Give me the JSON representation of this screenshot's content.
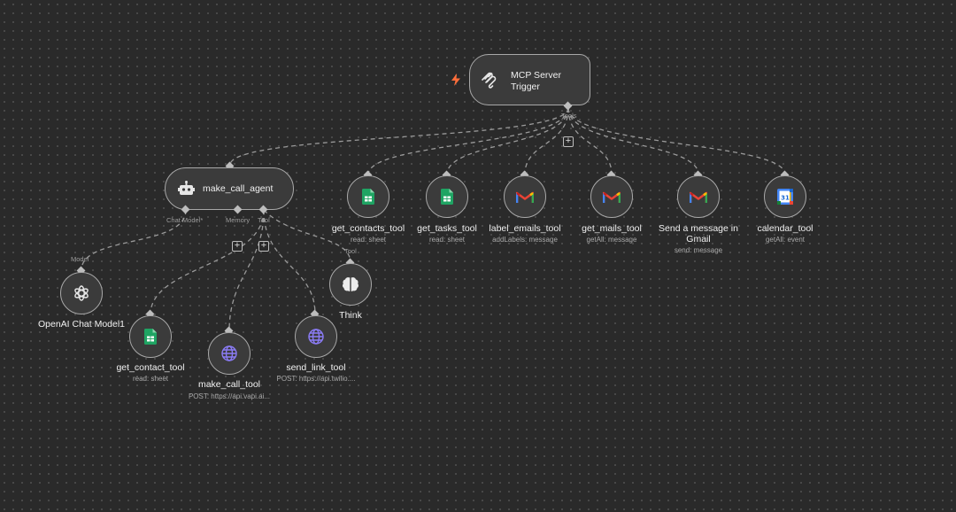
{
  "trigger": {
    "title": "MCP Server Trigger",
    "output_label": "Tools"
  },
  "agent": {
    "title": "make_call_agent",
    "ports": {
      "chat_model": "Chat Model*",
      "memory": "Memory",
      "tool": "Tool"
    }
  },
  "mcp_tools": [
    {
      "name": "get_contacts_tool",
      "sub": "read: sheet",
      "icon": "google-sheets-icon"
    },
    {
      "name": "get_tasks_tool",
      "sub": "read: sheet",
      "icon": "google-sheets-icon"
    },
    {
      "name": "label_emails_tool",
      "sub": "addLabels: message",
      "icon": "gmail-icon"
    },
    {
      "name": "get_mails_tool",
      "sub": "getAll: message",
      "icon": "gmail-icon"
    },
    {
      "name": "Send a message in Gmail",
      "sub": "send: message",
      "icon": "gmail-icon"
    },
    {
      "name": "calendar_tool",
      "sub": "getAll: event",
      "icon": "google-calendar-icon"
    }
  ],
  "model_node": {
    "name": "OpenAI Chat Model1",
    "port_label": "Model",
    "icon": "openai-icon"
  },
  "think_node": {
    "name": "Think",
    "port_label": "Tool",
    "icon": "brain-icon"
  },
  "agent_tools": [
    {
      "name": "get_contact_tool",
      "sub": "read: sheet",
      "icon": "google-sheets-icon"
    },
    {
      "name": "make_call_tool",
      "sub": "POST: https://api.vapi.ai...",
      "icon": "globe-icon"
    },
    {
      "name": "send_link_tool",
      "sub": "POST: https://api.twilio....",
      "icon": "globe-icon"
    }
  ],
  "colors": {
    "background": "#2a2a2a",
    "node_fill": "#3b3b3b",
    "node_border": "#a8a8a8",
    "edge": "#9a9a9a",
    "trigger_bolt": "#ff6d3a",
    "sheets_green": "#1fa463",
    "globe_purple": "#8b7cf6"
  }
}
